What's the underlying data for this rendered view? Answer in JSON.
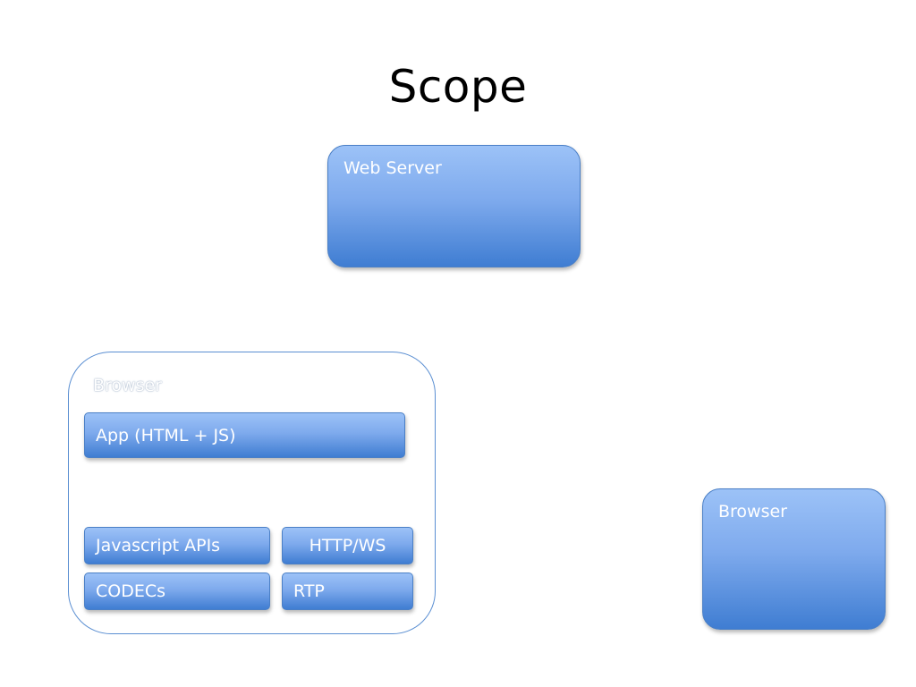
{
  "slide": {
    "title": "Scope"
  },
  "web_server": {
    "label": "Web Server"
  },
  "browser_container": {
    "label": "Browser",
    "app": "App (HTML + JS)",
    "javascript_apis": "Javascript APIs",
    "http_ws": "HTTP/WS",
    "codecs": "CODECs",
    "rtp": "RTP"
  },
  "remote_browser": {
    "label": "Browser"
  },
  "colors": {
    "box_gradient_top": "#9cc2f7",
    "box_gradient_bottom": "#3f7dd2",
    "box_border": "#4a7fc6",
    "frame_border": "#5b8fd2",
    "text": "#ffffff"
  }
}
